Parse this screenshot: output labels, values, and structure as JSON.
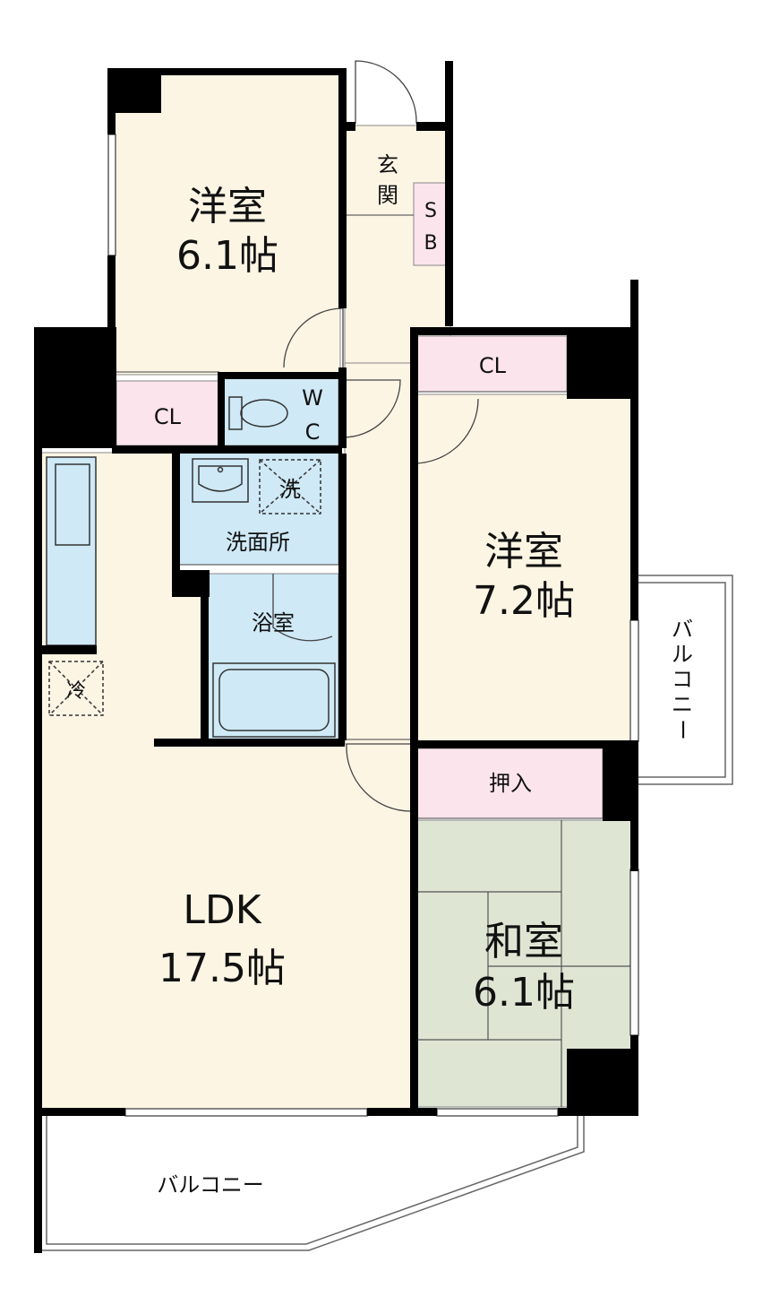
{
  "colors": {
    "floor": "#fdf5e4",
    "closet": "#fbe4ec",
    "wet": "#cfe9f6",
    "tatami": "#dfe5d3",
    "wall": "#000000",
    "fixture_line": "#333333"
  },
  "rooms": {
    "western1": {
      "name": "洋室",
      "size": "6.1帖"
    },
    "western2": {
      "name": "洋室",
      "size": "7.2帖"
    },
    "ldk": {
      "name": "LDK",
      "size": "17.5帖"
    },
    "japanese": {
      "name": "和室",
      "size": "6.1帖"
    }
  },
  "labels": {
    "entrance": [
      "玄",
      "関"
    ],
    "shoe_box": [
      "S",
      "B"
    ],
    "closet_upper_right": "CL",
    "closet_left": "CL",
    "wc": [
      "W",
      "C"
    ],
    "wash_room": "洗面所",
    "washer": "洗",
    "bathroom": "浴室",
    "fridge": "冷",
    "oshiire": "押入",
    "balcony_side": [
      "バ",
      "ル",
      "コ",
      "ニ",
      "ー"
    ],
    "balcony_bottom": "バルコニー"
  },
  "icons": [
    "toilet-icon",
    "washbasin-icon",
    "bathtub-icon",
    "kitchen-counter-icon",
    "washer-space-icon",
    "fridge-space-icon"
  ]
}
